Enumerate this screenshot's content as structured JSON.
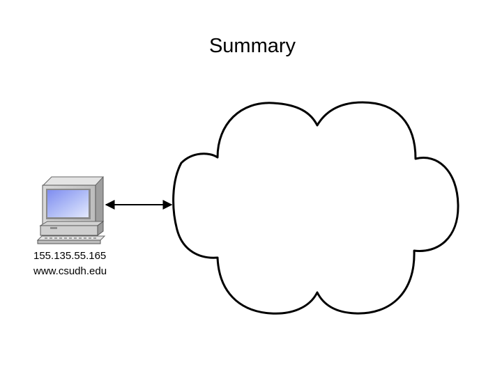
{
  "slide": {
    "title": "Summary"
  },
  "host": {
    "icon": "desktop-computer-icon",
    "ip_address": "155.135.55.165",
    "hostname": "www.csudh.edu"
  },
  "network": {
    "icon": "cloud-icon"
  },
  "connection": {
    "icon": "double-headed-arrow-icon"
  }
}
